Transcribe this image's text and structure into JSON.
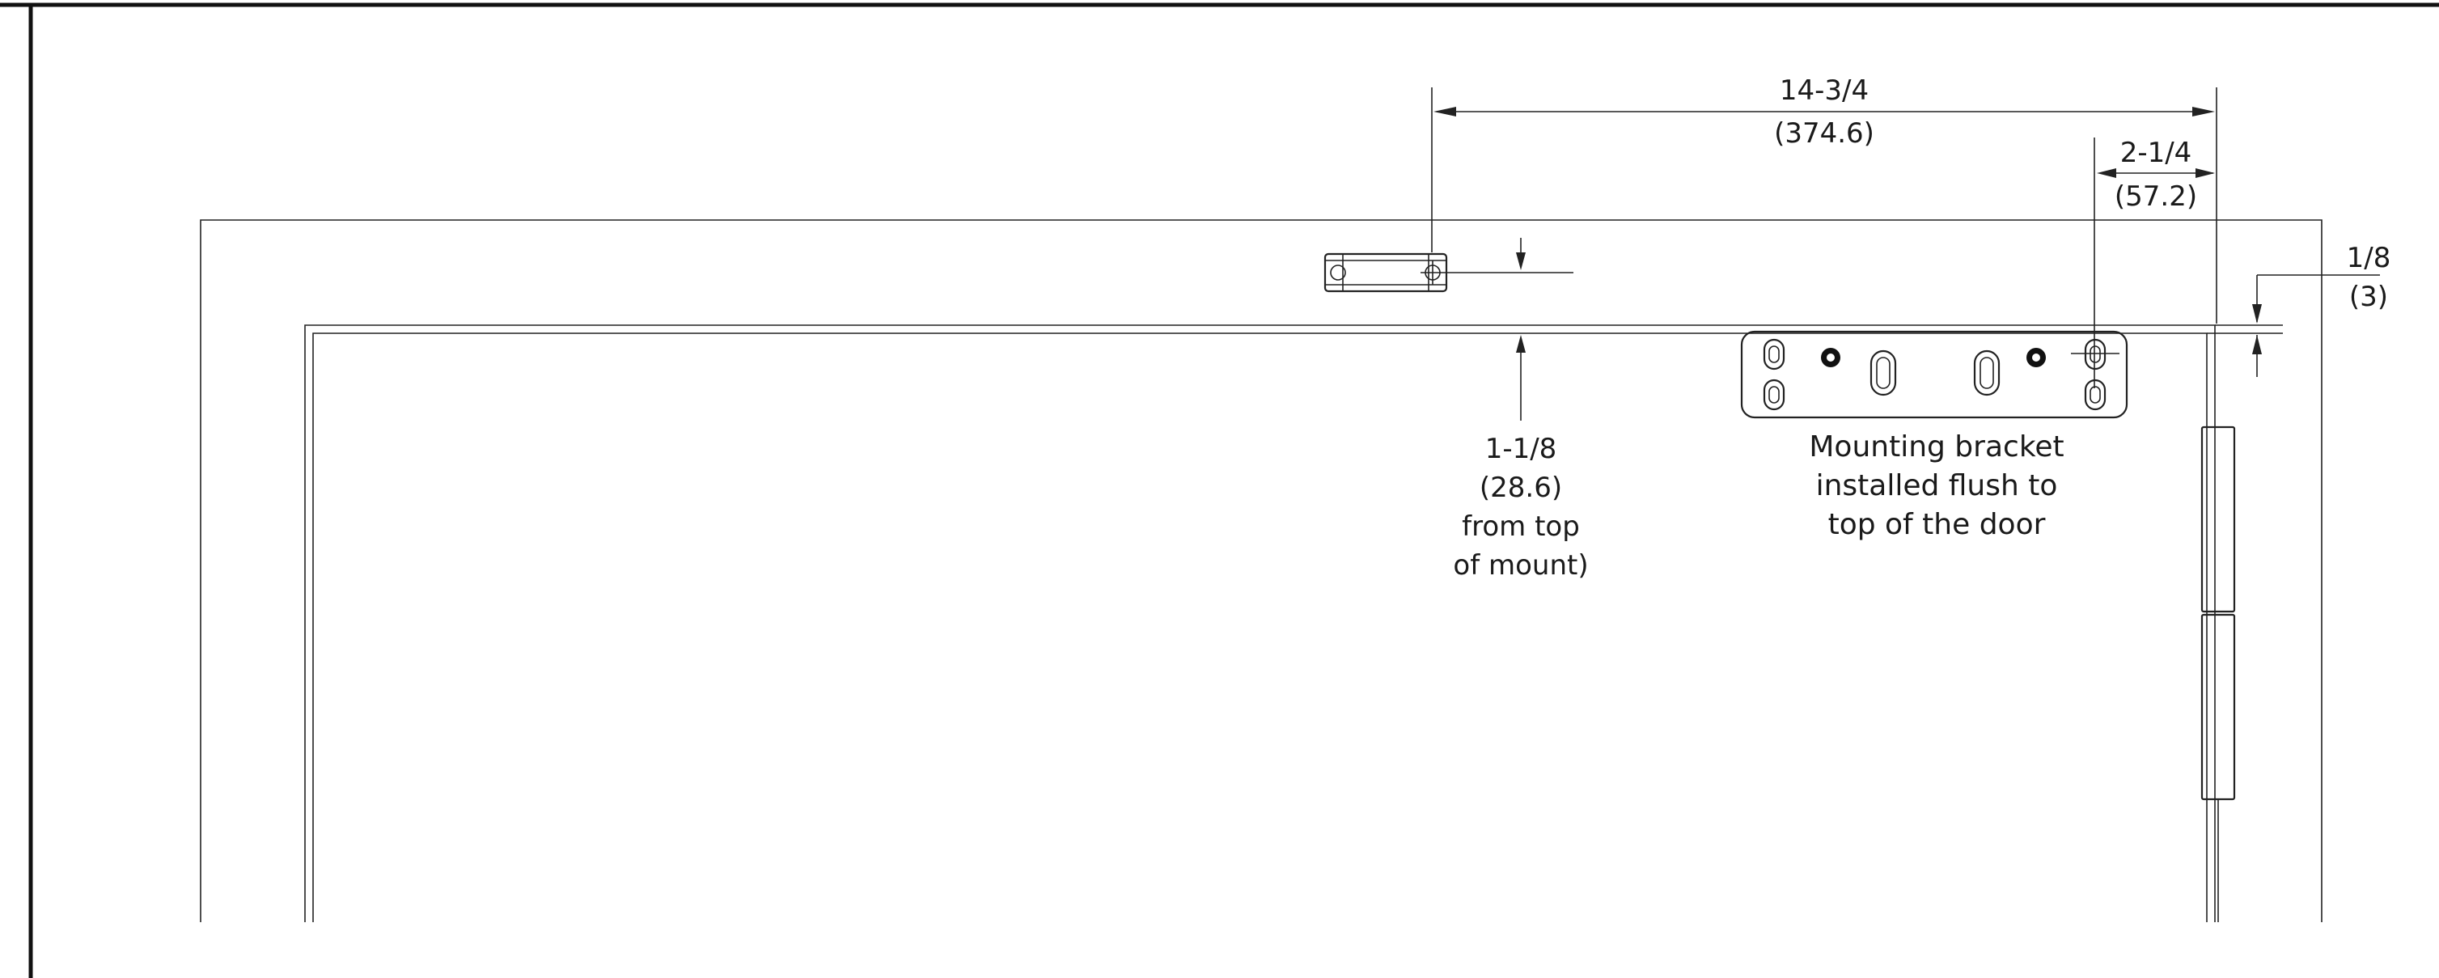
{
  "drawing": {
    "dim_overall": {
      "imperial": "14-3/4",
      "metric": "(374.6)"
    },
    "dim_bracket_offset": {
      "imperial": "2-1/4",
      "metric": "(57.2)"
    },
    "dim_gap": {
      "imperial": "1/8",
      "metric": "(3)"
    },
    "dim_magnet_height": {
      "imperial": "1-1/8",
      "metric": "(28.6)",
      "note_line1": "from top",
      "note_line2": "of mount)"
    },
    "bracket_note": {
      "line1": "Mounting bracket",
      "line2": "installed flush to",
      "line3": "top of the door"
    }
  }
}
